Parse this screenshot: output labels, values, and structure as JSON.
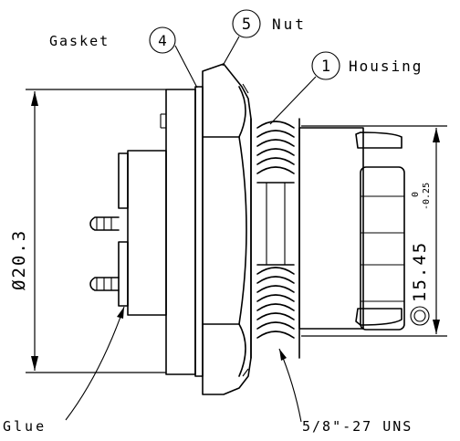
{
  "labels": {
    "gasket": "Gasket",
    "nut": "Nut",
    "housing": "Housing",
    "glue": "Glue",
    "thread": "5/8\"-27 UNS"
  },
  "balloons": {
    "gasket": "4",
    "nut": "5",
    "housing": "1"
  },
  "dimensions": {
    "flange_diameter": "20.3",
    "diameter_symbol": "Ø",
    "body_diameter": "15.45",
    "tol_upper": "0",
    "tol_lower": "-0.25"
  }
}
